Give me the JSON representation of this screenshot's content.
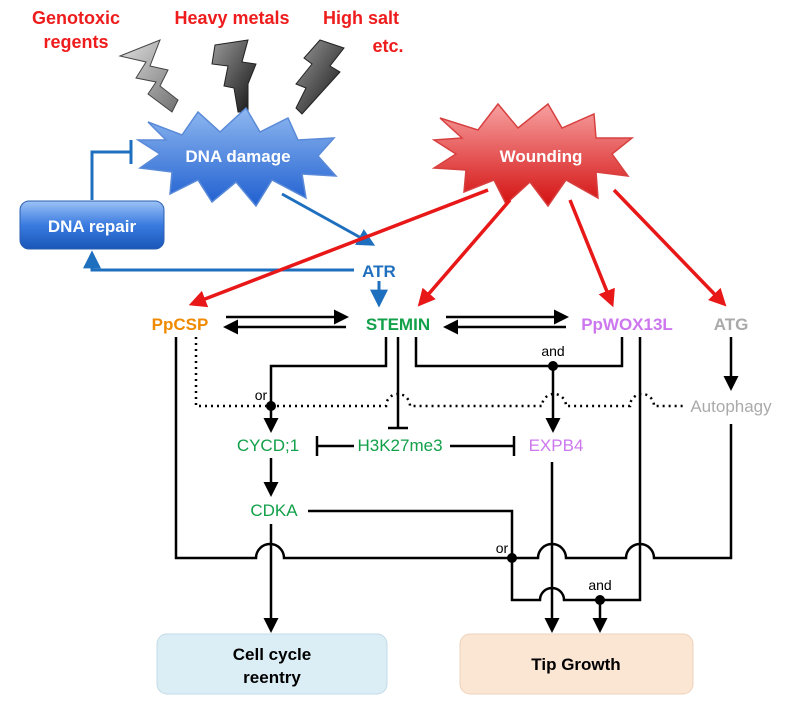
{
  "stresses": {
    "genotoxic_line1": "Genotoxic",
    "genotoxic_line2": "regents",
    "heavy_metals": "Heavy metals",
    "high_salt": "High salt",
    "etc": "etc."
  },
  "bursts": {
    "dna_damage": "DNA damage",
    "wounding": "Wounding"
  },
  "boxes": {
    "dna_repair": "DNA repair",
    "cell_cycle_line1": "Cell cycle",
    "cell_cycle_line2": "reentry",
    "tip_growth": "Tip Growth"
  },
  "nodes": {
    "atr": "ATR",
    "ppcsp": "PpCSP",
    "stemin": "STEMIN",
    "ppwox13l": "PpWOX13L",
    "atg": "ATG",
    "autophagy": "Autophagy",
    "cycd1": "CYCD;1",
    "h3k27me3": "H3K27me3",
    "expb4": "EXPB4",
    "cdka": "CDKA"
  },
  "logic": {
    "and_top": "and",
    "or_left": "or",
    "or_bottom": "or",
    "and_bottom": "and"
  },
  "colors": {
    "stress_red": "#ee1c1c",
    "blue": "#1f6fbf",
    "orange": "#f08a00",
    "green": "#12a04a",
    "violet": "#cc77ee",
    "grey": "#aaaaaa",
    "arrow_red": "#e81818",
    "cell_cycle_box": "#dbeef5",
    "tip_growth_box": "#fbe5d3"
  }
}
